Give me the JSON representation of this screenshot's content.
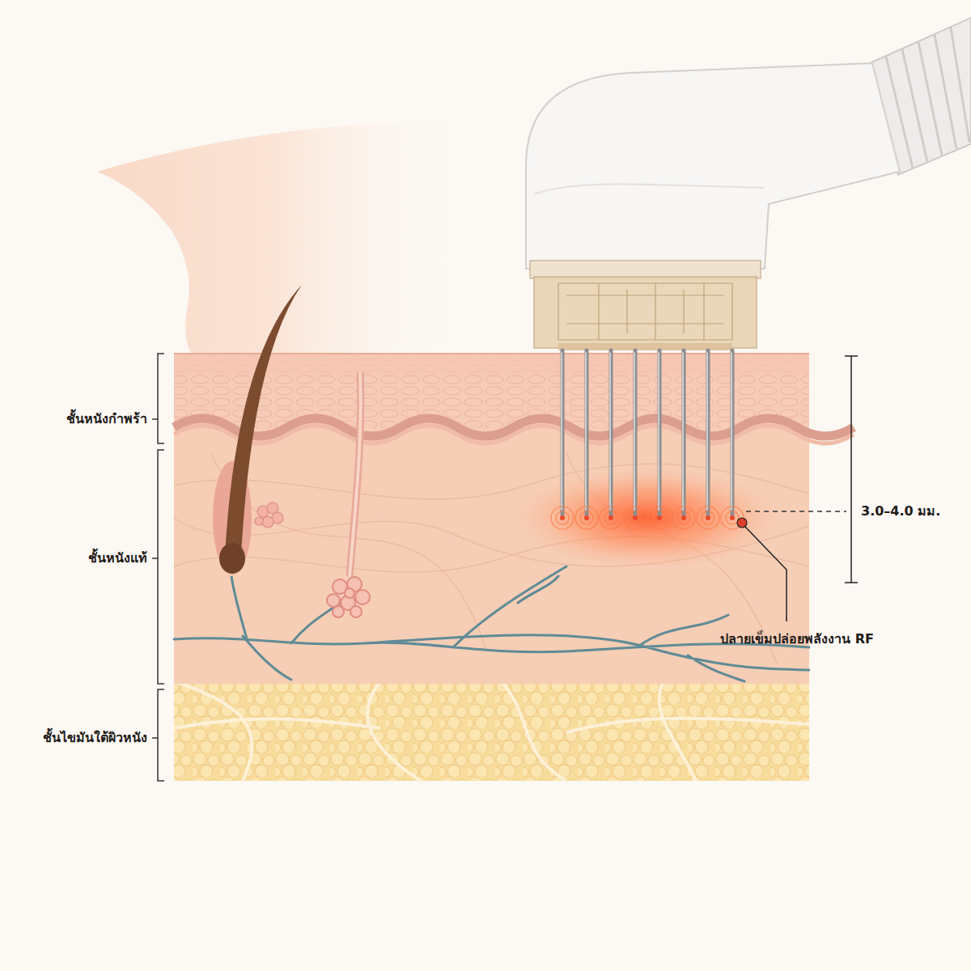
{
  "diagram": {
    "labels": [
      "ชั้นหนังกำพร้า",
      "ชั้นหนังแท้",
      "ชั้นไขมันใต้ผิวหนัง",
      "3.0–4.0 มม.",
      "ปลายเข็มปล่อยพลังงาน RF"
    ]
  }
}
